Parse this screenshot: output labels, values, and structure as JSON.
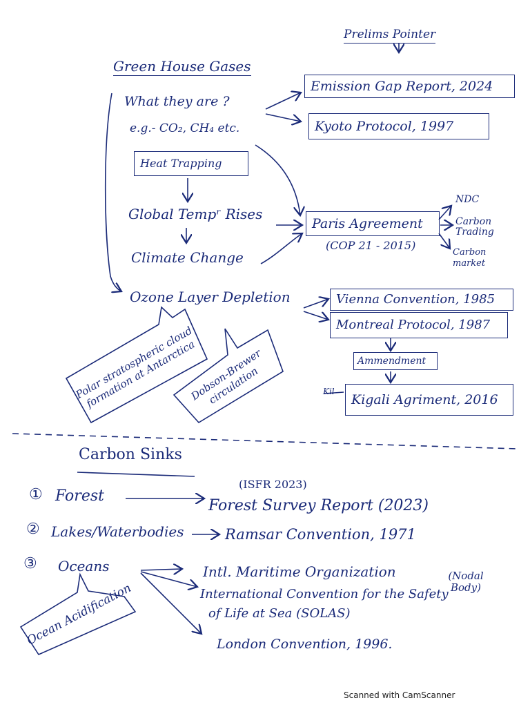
{
  "header": {
    "prelims_pointer": "Prelims Pointer"
  },
  "greenhouse": {
    "title": "Green House Gases",
    "what_they_are": "What they are ?",
    "example": "e.g.- CO₂, CH₄ etc.",
    "heat_trapping": "Heat Trapping",
    "global_temp": "Global Tempʳ Rises",
    "climate_change": "Climate Change",
    "ozone": "Ozone Layer Depletion"
  },
  "pointers": {
    "emission_gap": "Emission Gap Report, 2024",
    "kyoto": "Kyoto Protocol, 1997",
    "paris": "Paris Agreement",
    "cop21": "(COP 21 - 2015)",
    "ndc": "NDC",
    "carbon_trading": "Carbon Trading",
    "carbon_market": "Carbon market",
    "vienna": "Vienna Convention, 1985",
    "montreal": "Montreal Protocol, 1987",
    "ammendment": "Ammendment",
    "kigali": "Kigali Agriment, 2016",
    "kigali_strike": "Kil"
  },
  "bubbles": {
    "polar": "Polar stratospheric cloud formation at Antarctica",
    "dobson": "Dobson-Brewer circulation"
  },
  "sinks": {
    "title": "Carbon Sinks",
    "isfr": "(ISFR 2023)",
    "forest_num": "①",
    "forest": "Forest",
    "forest_report": "Forest Survey Report (2023)",
    "lakes_num": "②",
    "lakes": "Lakes/Waterbodies",
    "ramsar": "Ramsar Convention, 1971",
    "oceans_num": "③",
    "oceans": "Oceans",
    "imo": "Intl. Maritime Organization",
    "nodal_body": "(Nodal Body)",
    "solas_1": "International Convention for the Safety",
    "solas_2": "of Life at Sea (SOLAS)",
    "london": "London Convention, 1996.",
    "ocean_acid": "Ocean Acidification"
  },
  "footer": {
    "scanner": "Scanned with CamScanner"
  }
}
